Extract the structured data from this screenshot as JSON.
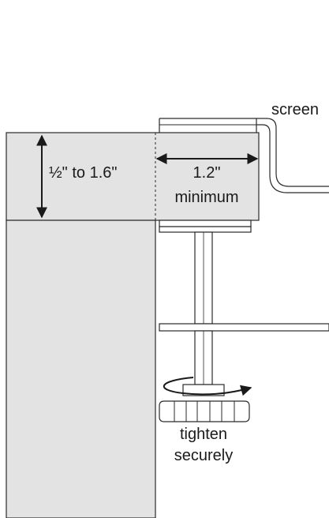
{
  "labels": {
    "screen": "screen",
    "thickness": "½\" to 1.6\"",
    "depth_value": "1.2\"",
    "depth_unit": "minimum",
    "tighten_line1": "tighten",
    "tighten_line2": "securely"
  },
  "colors": {
    "desk_fill": "#e3e3e3",
    "stroke": "#2a2a2a",
    "arrow": "#1a1a1a"
  }
}
